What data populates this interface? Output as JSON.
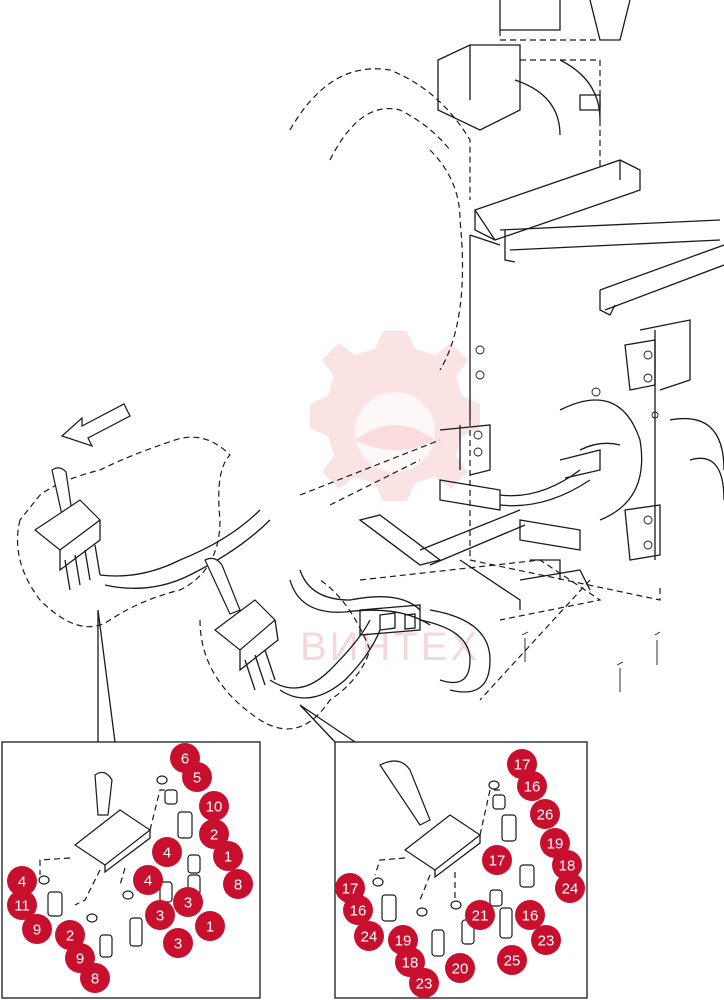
{
  "watermark": {
    "text": "ВИНТЕХ",
    "color": "#e0262f"
  },
  "callout_color": "#c8102e",
  "direction_arrow": "front-arrow",
  "left_panel": {
    "callouts": [
      "6",
      "5",
      "10",
      "2",
      "4",
      "1",
      "8",
      "4",
      "3",
      "4",
      "3",
      "9",
      "2",
      "1",
      "9",
      "3",
      "8",
      "11"
    ]
  },
  "right_panel": {
    "callouts": [
      "17",
      "16",
      "26",
      "19",
      "17",
      "18",
      "24",
      "17",
      "16",
      "24",
      "21",
      "16",
      "23",
      "19",
      "18",
      "23",
      "20",
      "25"
    ]
  }
}
